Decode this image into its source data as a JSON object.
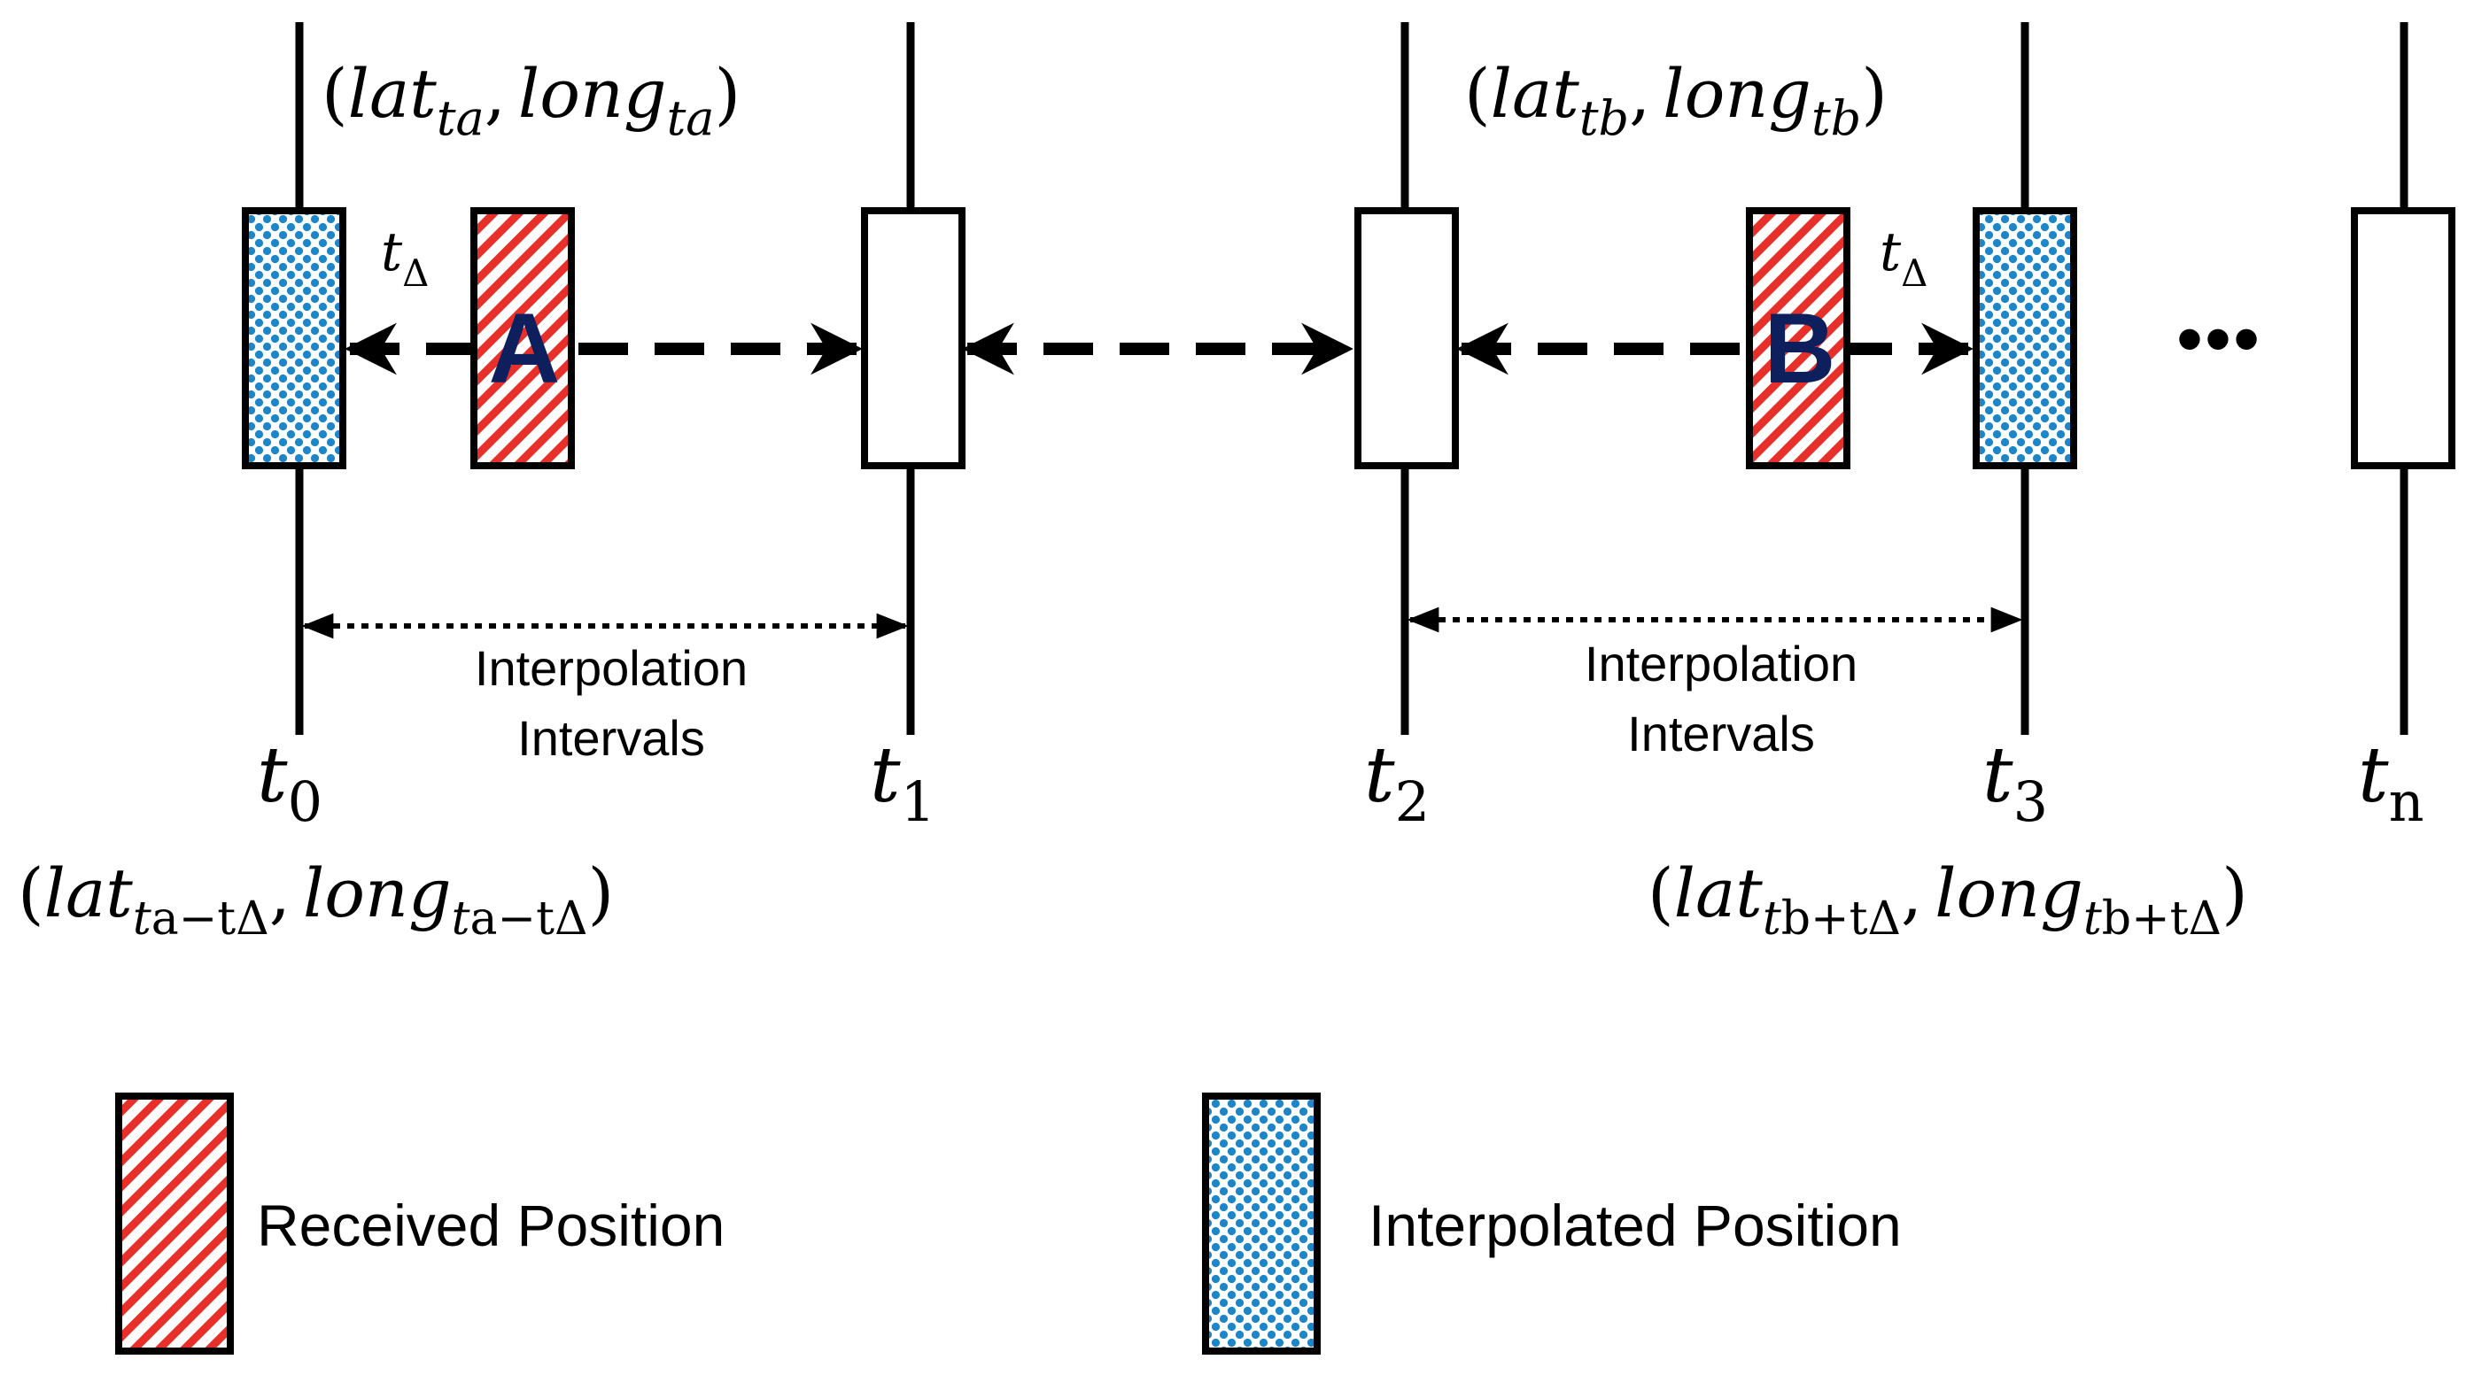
{
  "timeline": {
    "ticks": [
      {
        "base": "t",
        "sub": "0"
      },
      {
        "base": "t",
        "sub": "1"
      },
      {
        "base": "t",
        "sub": "2"
      },
      {
        "base": "t",
        "sub": "3"
      },
      {
        "base": "t",
        "sub": "n"
      }
    ],
    "ellipsis": "•••"
  },
  "coordinates": {
    "top_a": {
      "open": "(",
      "lat": "lat",
      "lat_sub": "ta",
      "sep": ",",
      "long": "long",
      "long_sub": "ta",
      "close": ")"
    },
    "top_b": {
      "open": "(",
      "lat": "lat",
      "lat_sub": "tb",
      "sep": ",",
      "long": "long",
      "long_sub": "tb",
      "close": ")"
    },
    "bottom_a": {
      "open": "(",
      "lat": "lat",
      "lat_sub_t": "t",
      "lat_sub_rest": "a−tΔ",
      "sep": ",",
      "long": "long",
      "long_sub_t": "t",
      "long_sub_rest": "a−tΔ",
      "close": ")"
    },
    "bottom_b": {
      "open": "(",
      "lat": "lat",
      "lat_sub_t": "t",
      "lat_sub_rest": "b+tΔ",
      "sep": ",",
      "long": "long",
      "long_sub_t": "t",
      "long_sub_rest": "b+tΔ",
      "close": ")"
    }
  },
  "delta_label": {
    "base": "t",
    "sub": "Δ"
  },
  "received_labels": {
    "a": "A",
    "b": "B"
  },
  "interval_label": {
    "line1": "Interpolation",
    "line2": "Intervals"
  },
  "legend": {
    "received": "Received Position",
    "interpolated": "Interpolated Position"
  },
  "colors": {
    "received_stripe": "#e8302a",
    "interpolated_dot": "#1d86c8",
    "outline": "#000000",
    "letter": "#0d1f5c"
  }
}
